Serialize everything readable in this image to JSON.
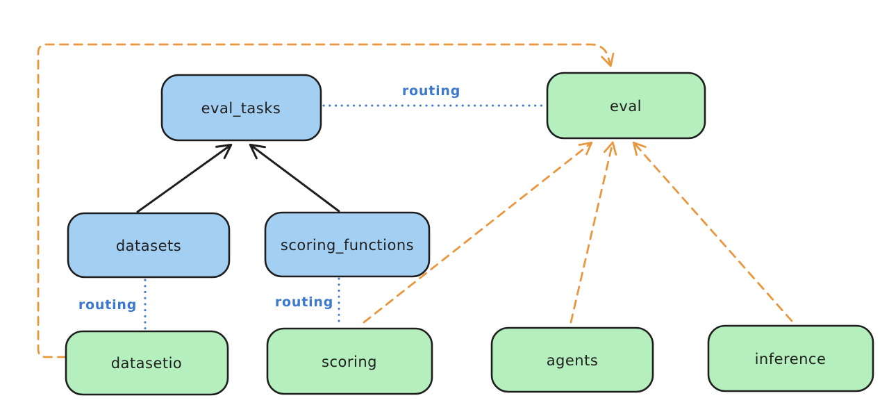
{
  "diagram": {
    "background_color": "#ffffff",
    "colors": {
      "blue_node_fill": "#a3cff3",
      "green_node_fill": "#b4efbd",
      "node_border": "#1e1e1e",
      "solid_arrow": "#1e1e1e",
      "dashed_arrow_orange": "#e9973e",
      "routing_blue": "#3c78cc"
    },
    "nodes": {
      "eval_tasks": {
        "label": "eval_tasks",
        "fill": "blue"
      },
      "eval": {
        "label": "eval",
        "fill": "green"
      },
      "datasets": {
        "label": "datasets",
        "fill": "blue"
      },
      "scoring_functions": {
        "label": "scoring_functions",
        "fill": "blue"
      },
      "datasetio": {
        "label": "datasetio",
        "fill": "green"
      },
      "scoring": {
        "label": "scoring",
        "fill": "green"
      },
      "agents": {
        "label": "agents",
        "fill": "green"
      },
      "inference": {
        "label": "inference",
        "fill": "green"
      }
    },
    "edge_labels": {
      "routing_top": "routing",
      "routing_left": "routing",
      "routing_middle": "routing"
    },
    "edges": [
      {
        "from": "datasets",
        "to": "eval_tasks",
        "style": "solid",
        "color": "black",
        "arrowhead": true
      },
      {
        "from": "scoring_functions",
        "to": "eval_tasks",
        "style": "solid",
        "color": "black",
        "arrowhead": true
      },
      {
        "from": "eval_tasks",
        "to": "eval",
        "style": "dotted",
        "color": "blue",
        "arrowhead": false,
        "label": "routing"
      },
      {
        "from": "datasets",
        "to": "datasetio",
        "style": "dotted",
        "color": "blue",
        "arrowhead": false,
        "label": "routing"
      },
      {
        "from": "scoring_functions",
        "to": "scoring",
        "style": "dotted",
        "color": "blue",
        "arrowhead": false,
        "label": "routing"
      },
      {
        "from": "datasetio",
        "to": "eval",
        "style": "dashed",
        "color": "orange",
        "arrowhead": true,
        "route": "left-and-over-top"
      },
      {
        "from": "scoring",
        "to": "eval",
        "style": "dashed",
        "color": "orange",
        "arrowhead": true
      },
      {
        "from": "agents",
        "to": "eval",
        "style": "dashed",
        "color": "orange",
        "arrowhead": true
      },
      {
        "from": "inference",
        "to": "eval",
        "style": "dashed",
        "color": "orange",
        "arrowhead": true
      }
    ]
  }
}
